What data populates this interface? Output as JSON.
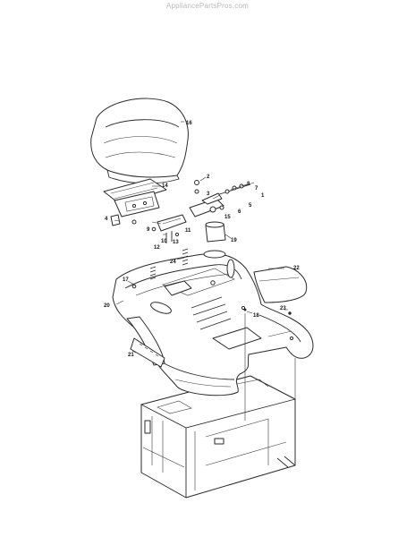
{
  "watermark": "AppliancePartsPros.com",
  "callouts": [
    {
      "id": "c16",
      "text": "16"
    },
    {
      "id": "c2",
      "text": "2"
    },
    {
      "id": "c8",
      "text": "8"
    },
    {
      "id": "c7",
      "text": "7"
    },
    {
      "id": "c1",
      "text": "1"
    },
    {
      "id": "c3",
      "text": "3"
    },
    {
      "id": "c14",
      "text": "14"
    },
    {
      "id": "c4",
      "text": "4"
    },
    {
      "id": "c5",
      "text": "5"
    },
    {
      "id": "c15",
      "text": "15"
    },
    {
      "id": "c6",
      "text": "6"
    },
    {
      "id": "c9",
      "text": "9"
    },
    {
      "id": "c10",
      "text": "10"
    },
    {
      "id": "c11",
      "text": "11"
    },
    {
      "id": "c12",
      "text": "12"
    },
    {
      "id": "c13",
      "text": "13"
    },
    {
      "id": "c19",
      "text": "19"
    },
    {
      "id": "c24",
      "text": "24"
    },
    {
      "id": "c22",
      "text": "22"
    },
    {
      "id": "c17",
      "text": "17"
    },
    {
      "id": "c20",
      "text": "20"
    },
    {
      "id": "c18",
      "text": "18"
    },
    {
      "id": "c23",
      "text": "23"
    },
    {
      "id": "c21",
      "text": "21"
    }
  ]
}
